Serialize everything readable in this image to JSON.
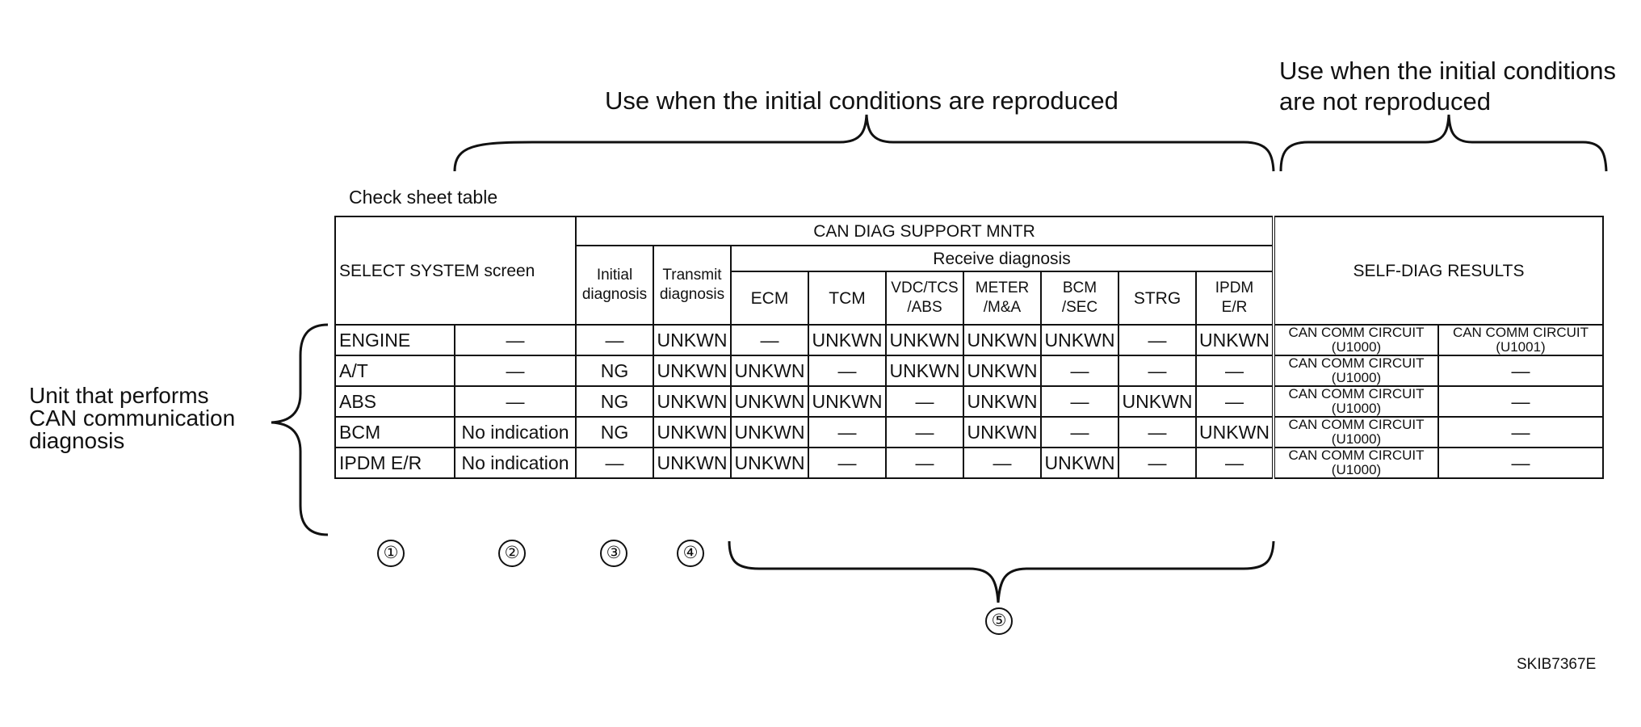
{
  "header_left": "Use when the initial conditions are reproduced",
  "header_right": [
    "Use when the initial conditions",
    "are not reproduced"
  ],
  "side_label": [
    "Unit that performs",
    "CAN communication",
    "diagnosis"
  ],
  "caption": "Check sheet table",
  "figure_code": "SKIB7367E",
  "table": {
    "select_system": "SELECT SYSTEM screen",
    "can_diag": "CAN DIAG SUPPORT MNTR",
    "receive_diag": "Receive diagnosis",
    "initial_diag": [
      "Initial",
      "diagnosis"
    ],
    "transmit_diag": [
      "Transmit",
      "diagnosis"
    ],
    "self_diag": "SELF-DIAG RESULTS",
    "receive_cols": [
      [
        "ECM"
      ],
      [
        "TCM"
      ],
      [
        "VDC/TCS",
        "/ABS"
      ],
      [
        "METER",
        "/M&A"
      ],
      [
        "BCM",
        "/SEC"
      ],
      [
        "STRG"
      ],
      [
        "IPDM",
        "E/R"
      ]
    ],
    "rows": [
      {
        "unit": "ENGINE",
        "select": "—",
        "initial": "—",
        "transmit": "UNKWN",
        "receive": [
          "—",
          "UNKWN",
          "UNKWN",
          "UNKWN",
          "UNKWN",
          "—",
          "UNKWN"
        ],
        "self1": [
          "CAN COMM CIRCUIT",
          "(U1000)"
        ],
        "self2": [
          "CAN COMM CIRCUIT",
          "(U1001)"
        ]
      },
      {
        "unit": "A/T",
        "select": "—",
        "initial": "NG",
        "transmit": "UNKWN",
        "receive": [
          "UNKWN",
          "—",
          "UNKWN",
          "UNKWN",
          "—",
          "—",
          "—"
        ],
        "self1": [
          "CAN COMM CIRCUIT",
          "(U1000)"
        ],
        "self2": [
          "—",
          ""
        ]
      },
      {
        "unit": "ABS",
        "select": "—",
        "initial": "NG",
        "transmit": "UNKWN",
        "receive": [
          "UNKWN",
          "UNKWN",
          "—",
          "UNKWN",
          "—",
          "UNKWN",
          "—"
        ],
        "self1": [
          "CAN COMM CIRCUIT",
          "(U1000)"
        ],
        "self2": [
          "—",
          ""
        ]
      },
      {
        "unit": "BCM",
        "select": "No indication",
        "initial": "NG",
        "transmit": "UNKWN",
        "receive": [
          "UNKWN",
          "—",
          "—",
          "UNKWN",
          "—",
          "—",
          "UNKWN"
        ],
        "self1": [
          "CAN COMM CIRCUIT",
          "(U1000)"
        ],
        "self2": [
          "—",
          ""
        ]
      },
      {
        "unit": "IPDM E/R",
        "select": "No indication",
        "initial": "—",
        "transmit": "UNKWN",
        "receive": [
          "UNKWN",
          "—",
          "—",
          "—",
          "UNKWN",
          "—",
          "—"
        ],
        "self1": [
          "CAN COMM CIRCUIT",
          "(U1000)"
        ],
        "self2": [
          "—",
          ""
        ]
      }
    ]
  },
  "markers": [
    "①",
    "②",
    "③",
    "④",
    "⑤"
  ]
}
